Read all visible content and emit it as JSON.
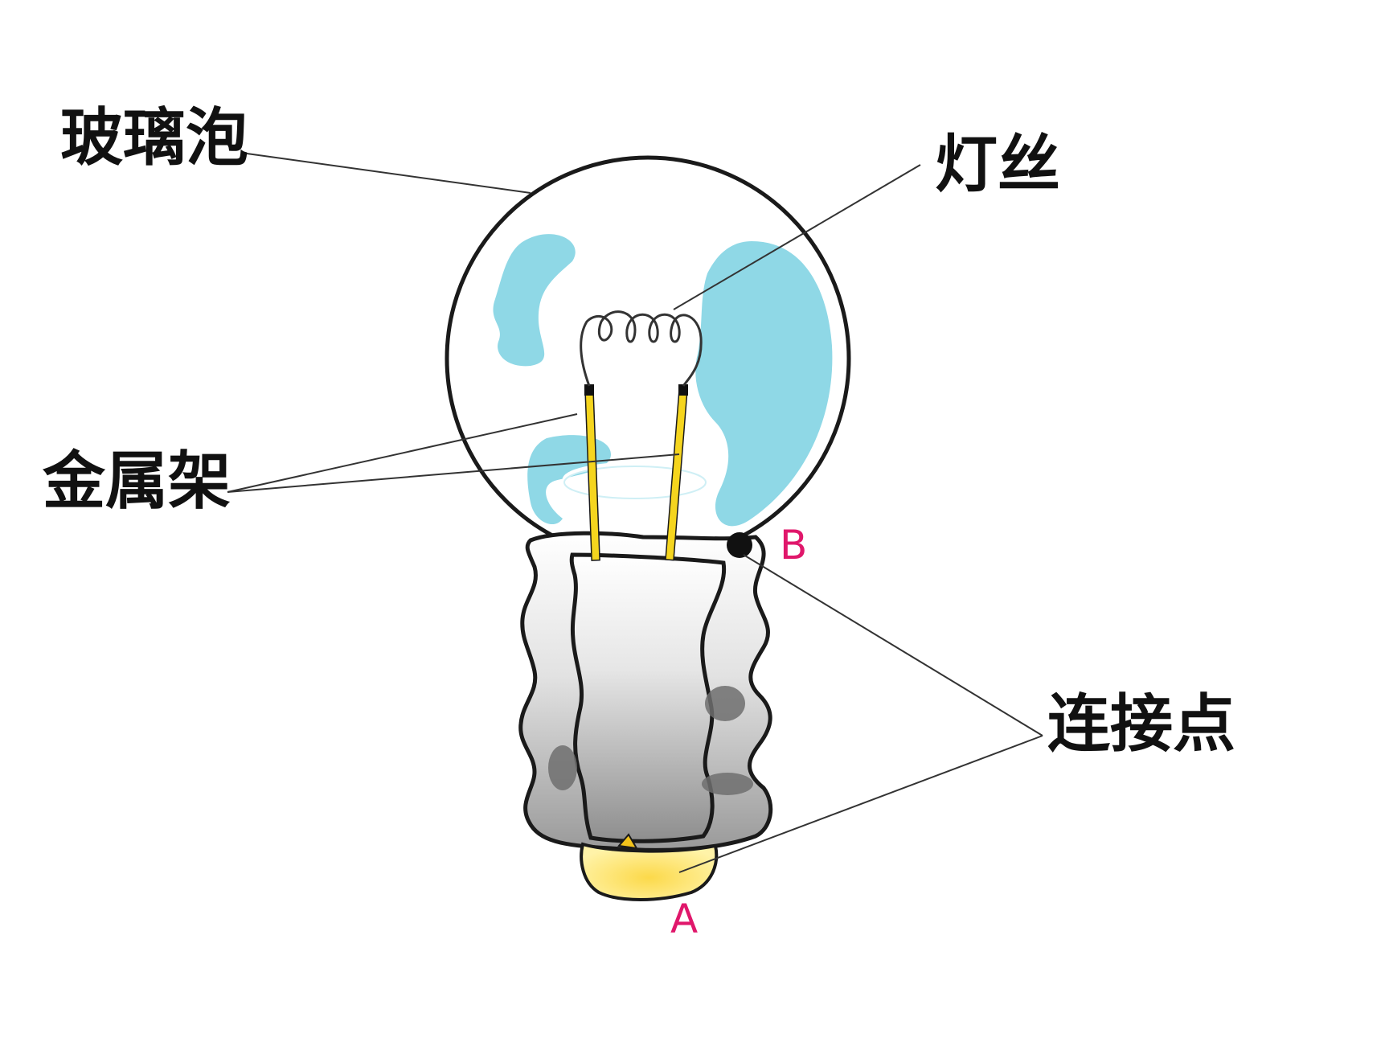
{
  "labels": {
    "glass_bulb": "玻璃泡",
    "filament": "灯丝",
    "metal_frame": "金属架",
    "contact_points": "连接点",
    "point_a": "A",
    "point_b": "B"
  },
  "colors": {
    "label_text": "#111111",
    "point_text": "#e0176b",
    "bulb_highlight": "#8fd8e6",
    "metal_frame": "#f5d51e",
    "contact_base": "#ffe35a",
    "outline": "#1a1a1a"
  }
}
